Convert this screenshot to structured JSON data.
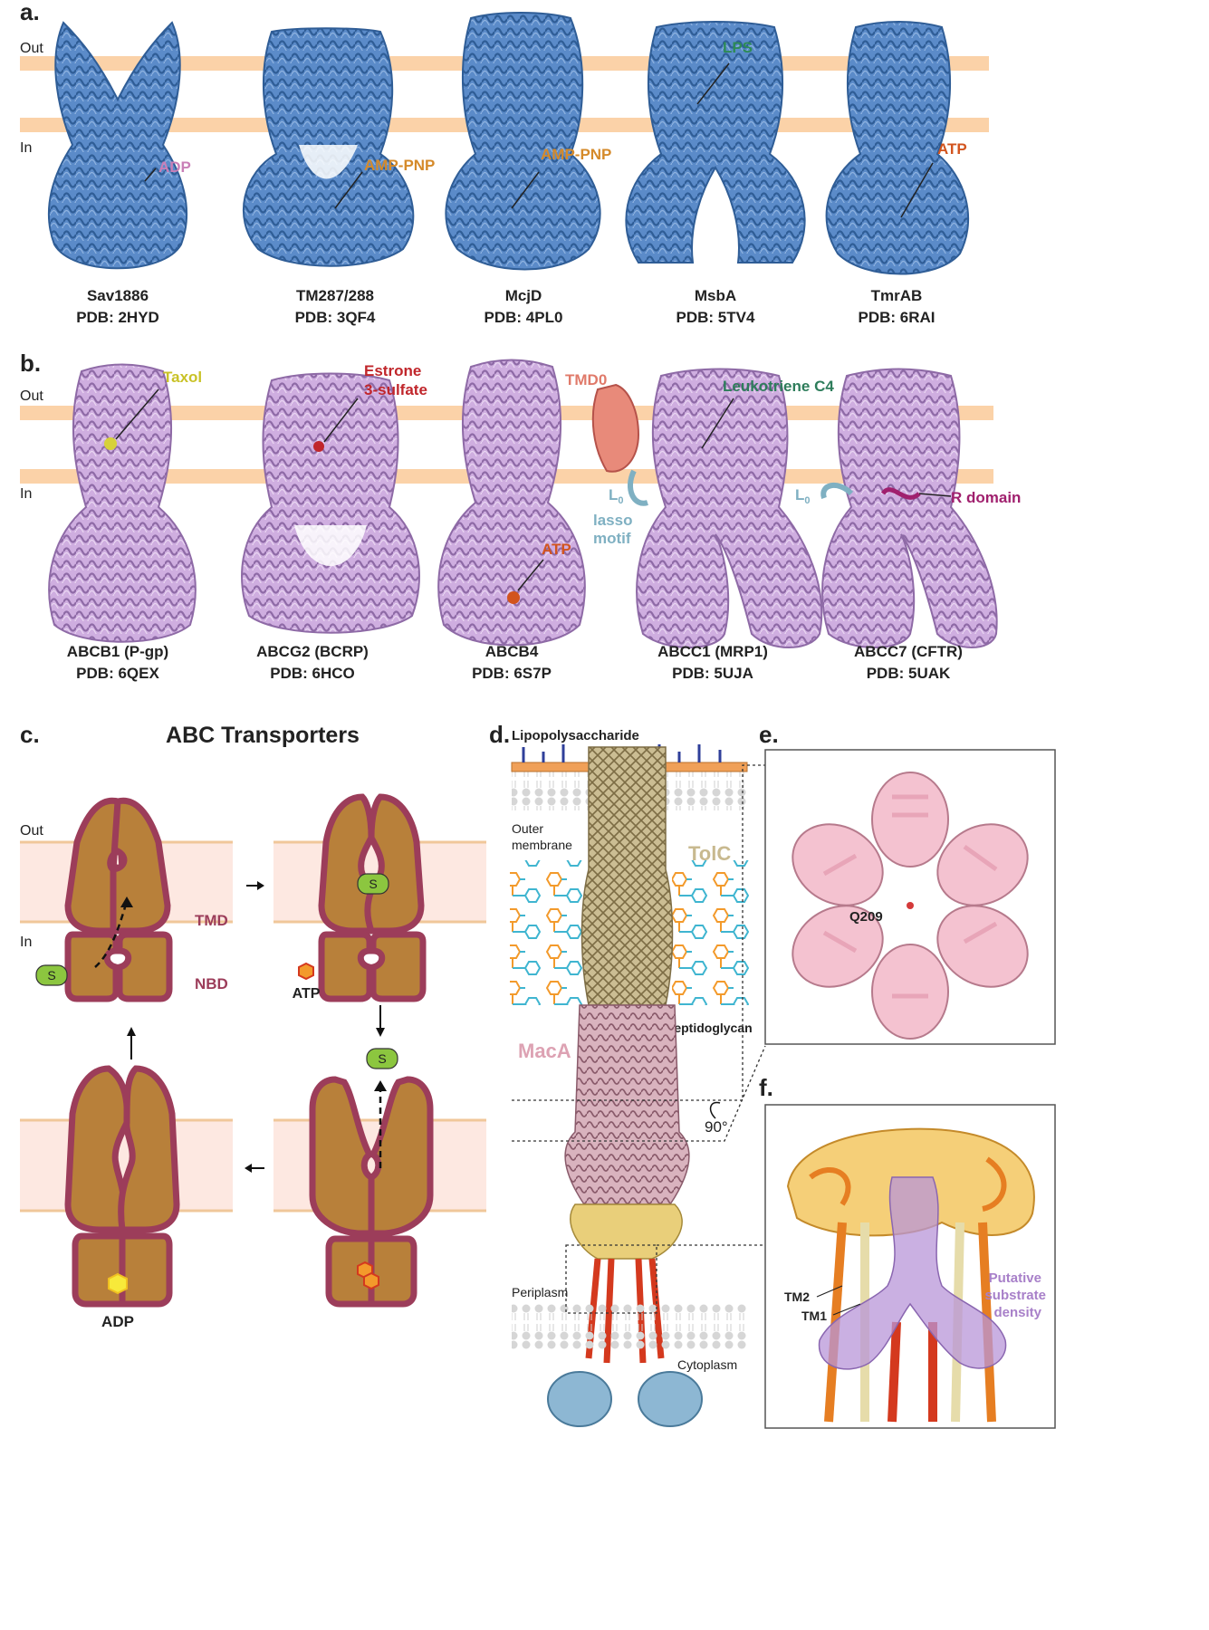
{
  "panel_a": {
    "label": "a.",
    "out_label": "Out",
    "in_label": "In",
    "proteins": [
      {
        "name": "Sav1886",
        "pdb": "PDB: 2HYD",
        "ligand": "ADP",
        "ligand_color": "#c97fb7"
      },
      {
        "name": "TM287/288",
        "pdb": "PDB: 3QF4",
        "ligand": "AMP-PNP",
        "ligand_color": "#d58a2a"
      },
      {
        "name": "McjD",
        "pdb": "PDB: 4PL0",
        "ligand": "AMP-PNP",
        "ligand_color": "#d58a2a"
      },
      {
        "name": "MsbA",
        "pdb": "PDB: 5TV4",
        "ligand": "LPS",
        "ligand_color": "#2e8b57"
      },
      {
        "name": "TmrAB",
        "pdb": "PDB: 6RAI",
        "ligand": "ATP",
        "ligand_color": "#d2541e"
      }
    ],
    "protein_color": "#4a78b8"
  },
  "panel_b": {
    "label": "b.",
    "out_label": "Out",
    "in_label": "In",
    "proteins": [
      {
        "name": "ABCB1 (P-gp)",
        "pdb": "PDB: 6QEX",
        "ligand": "Taxol",
        "ligand_color": "#c9c227"
      },
      {
        "name": "ABCG2 (BCRP)",
        "pdb": "PDB: 6HCO",
        "ligand_line1": "Estrone",
        "ligand_line2": "3-sulfate",
        "ligand_color": "#c0262b"
      },
      {
        "name": "ABCB4",
        "pdb": "PDB: 6S7P",
        "ligand": "ATP",
        "ligand_color": "#d2541e"
      },
      {
        "name": "ABCC1 (MRP1)",
        "pdb": "PDB: 5UJA",
        "ligand": "Leukotriene C4",
        "ligand_color": "#2e7d5b"
      },
      {
        "name": "ABCC7 (CFTR)",
        "pdb": "PDB: 5UAK",
        "ligand": "R domain",
        "ligand_color": "#a0206e"
      }
    ],
    "tmd0_label": "TMD0",
    "tmd0_color": "#e07a6a",
    "lasso_label_1": "lasso",
    "lasso_label_2": "motif",
    "l0_label_main": "L",
    "l0_label_sub": "0",
    "lasso_color": "#7fb0c2",
    "protein_color": "#c7a2d6"
  },
  "panel_c": {
    "label": "c.",
    "title": "ABC Transporters",
    "out_label": "Out",
    "in_label": "In",
    "tmd_label": "TMD",
    "nbd_label": "NBD",
    "atp_label": "ATP",
    "adp_label": "ADP",
    "substrate_label": "S",
    "transporter_fill": "#b8803a",
    "transporter_border": "#9c3d5a",
    "membrane_fill": "#fde8e1",
    "membrane_edge": "#f0c79a",
    "substrate_fill": "#8cc63f"
  },
  "panel_d": {
    "label": "d.",
    "lps_label": "Lipopolysaccharide",
    "outer_membrane_label_1": "Outer",
    "outer_membrane_label_2": "membrane",
    "tolc_label": "TolC",
    "maca_label": "MacA",
    "peptidoglycan_label": "Peptidoglycan",
    "periplasm_label": "Periplasm",
    "cytoplasm_label": "Cytoplasm",
    "rotation_label": "90°",
    "tolc_color": "#b8a77a",
    "maca_color": "#c99aa8",
    "macb_color": "#d4391e",
    "nbd_color": "#6b9bbf"
  },
  "panel_e": {
    "label": "e.",
    "residue_label": "Q209",
    "ring_color": "#f2b7c8"
  },
  "panel_f": {
    "label": "f.",
    "tm2_label": "TM2",
    "tm1_label": "TM1",
    "density_label_1": "Putative",
    "density_label_2": "substrate",
    "density_label_3": "density",
    "density_color": "#a880c9"
  }
}
